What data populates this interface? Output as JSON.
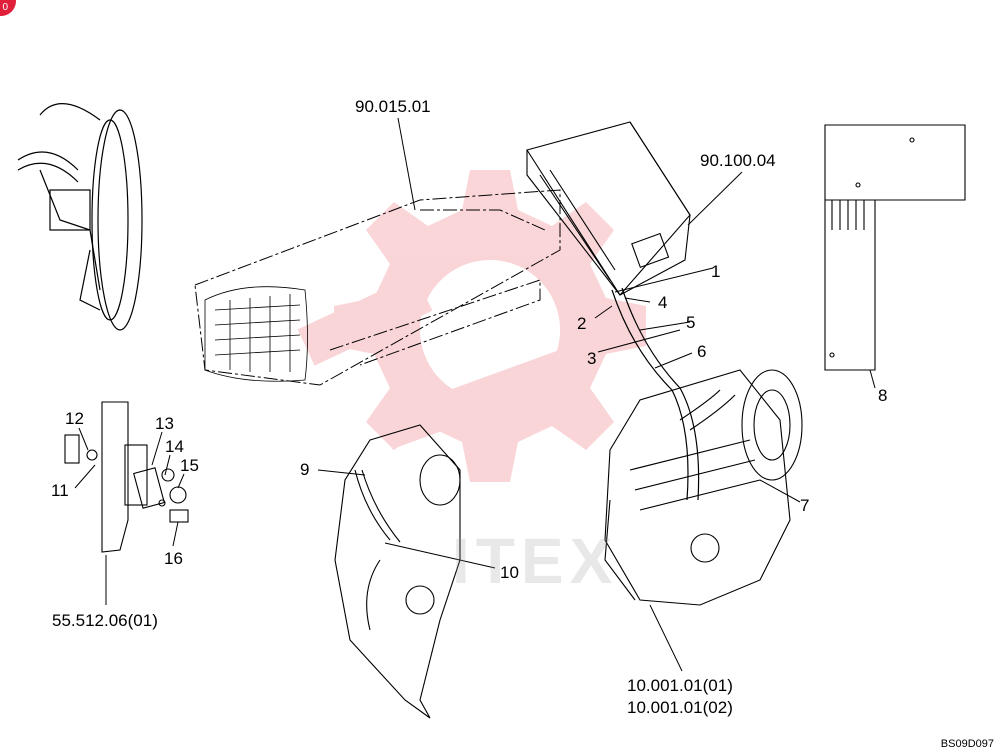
{
  "badge": "0",
  "watermark_text": "ITEX",
  "drawing_code": "BS09D097",
  "references": {
    "radiator": "90.015.01",
    "enclosure": "90.100.04",
    "engine_1": "10.001.01(01)",
    "engine_2": "10.001.01(02)",
    "bracket": "55.512.06(01)"
  },
  "callouts": [
    "1",
    "2",
    "3",
    "4",
    "5",
    "6",
    "7",
    "8",
    "9",
    "10",
    "11",
    "12",
    "13",
    "14",
    "15",
    "16"
  ]
}
